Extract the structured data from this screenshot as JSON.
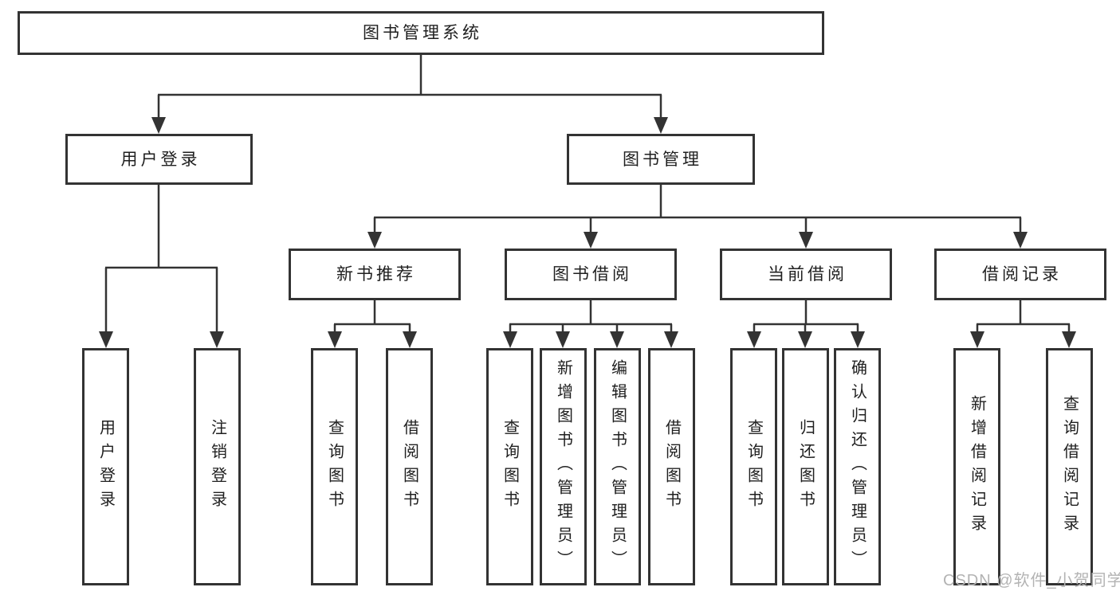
{
  "tree": {
    "label": "图书管理系统",
    "children": [
      {
        "label": "用户登录",
        "children": [
          {
            "label": "用户登录"
          },
          {
            "label": "注销登录"
          }
        ]
      },
      {
        "label": "图书管理",
        "children": [
          {
            "label": "新书推荐",
            "children": [
              {
                "label": "查询图书"
              },
              {
                "label": "借阅图书"
              }
            ]
          },
          {
            "label": "图书借阅",
            "children": [
              {
                "label": "查询图书"
              },
              {
                "label": "新增图书（管理员）"
              },
              {
                "label": "编辑图书（管理员）"
              },
              {
                "label": "借阅图书"
              }
            ]
          },
          {
            "label": "当前借阅",
            "children": [
              {
                "label": "查询图书"
              },
              {
                "label": "归还图书"
              },
              {
                "label": "确认归还（管理员）"
              }
            ]
          },
          {
            "label": "借阅记录",
            "children": [
              {
                "label": "新增借阅记录"
              },
              {
                "label": "查询借阅记录"
              }
            ]
          }
        ]
      }
    ]
  },
  "watermark": {
    "text": "CSDN @软件_小贺同学"
  },
  "colors": {
    "line": "#333333",
    "text": "#1f1f1f",
    "watermark": "#b3b3b3",
    "background": "#ffffff"
  }
}
